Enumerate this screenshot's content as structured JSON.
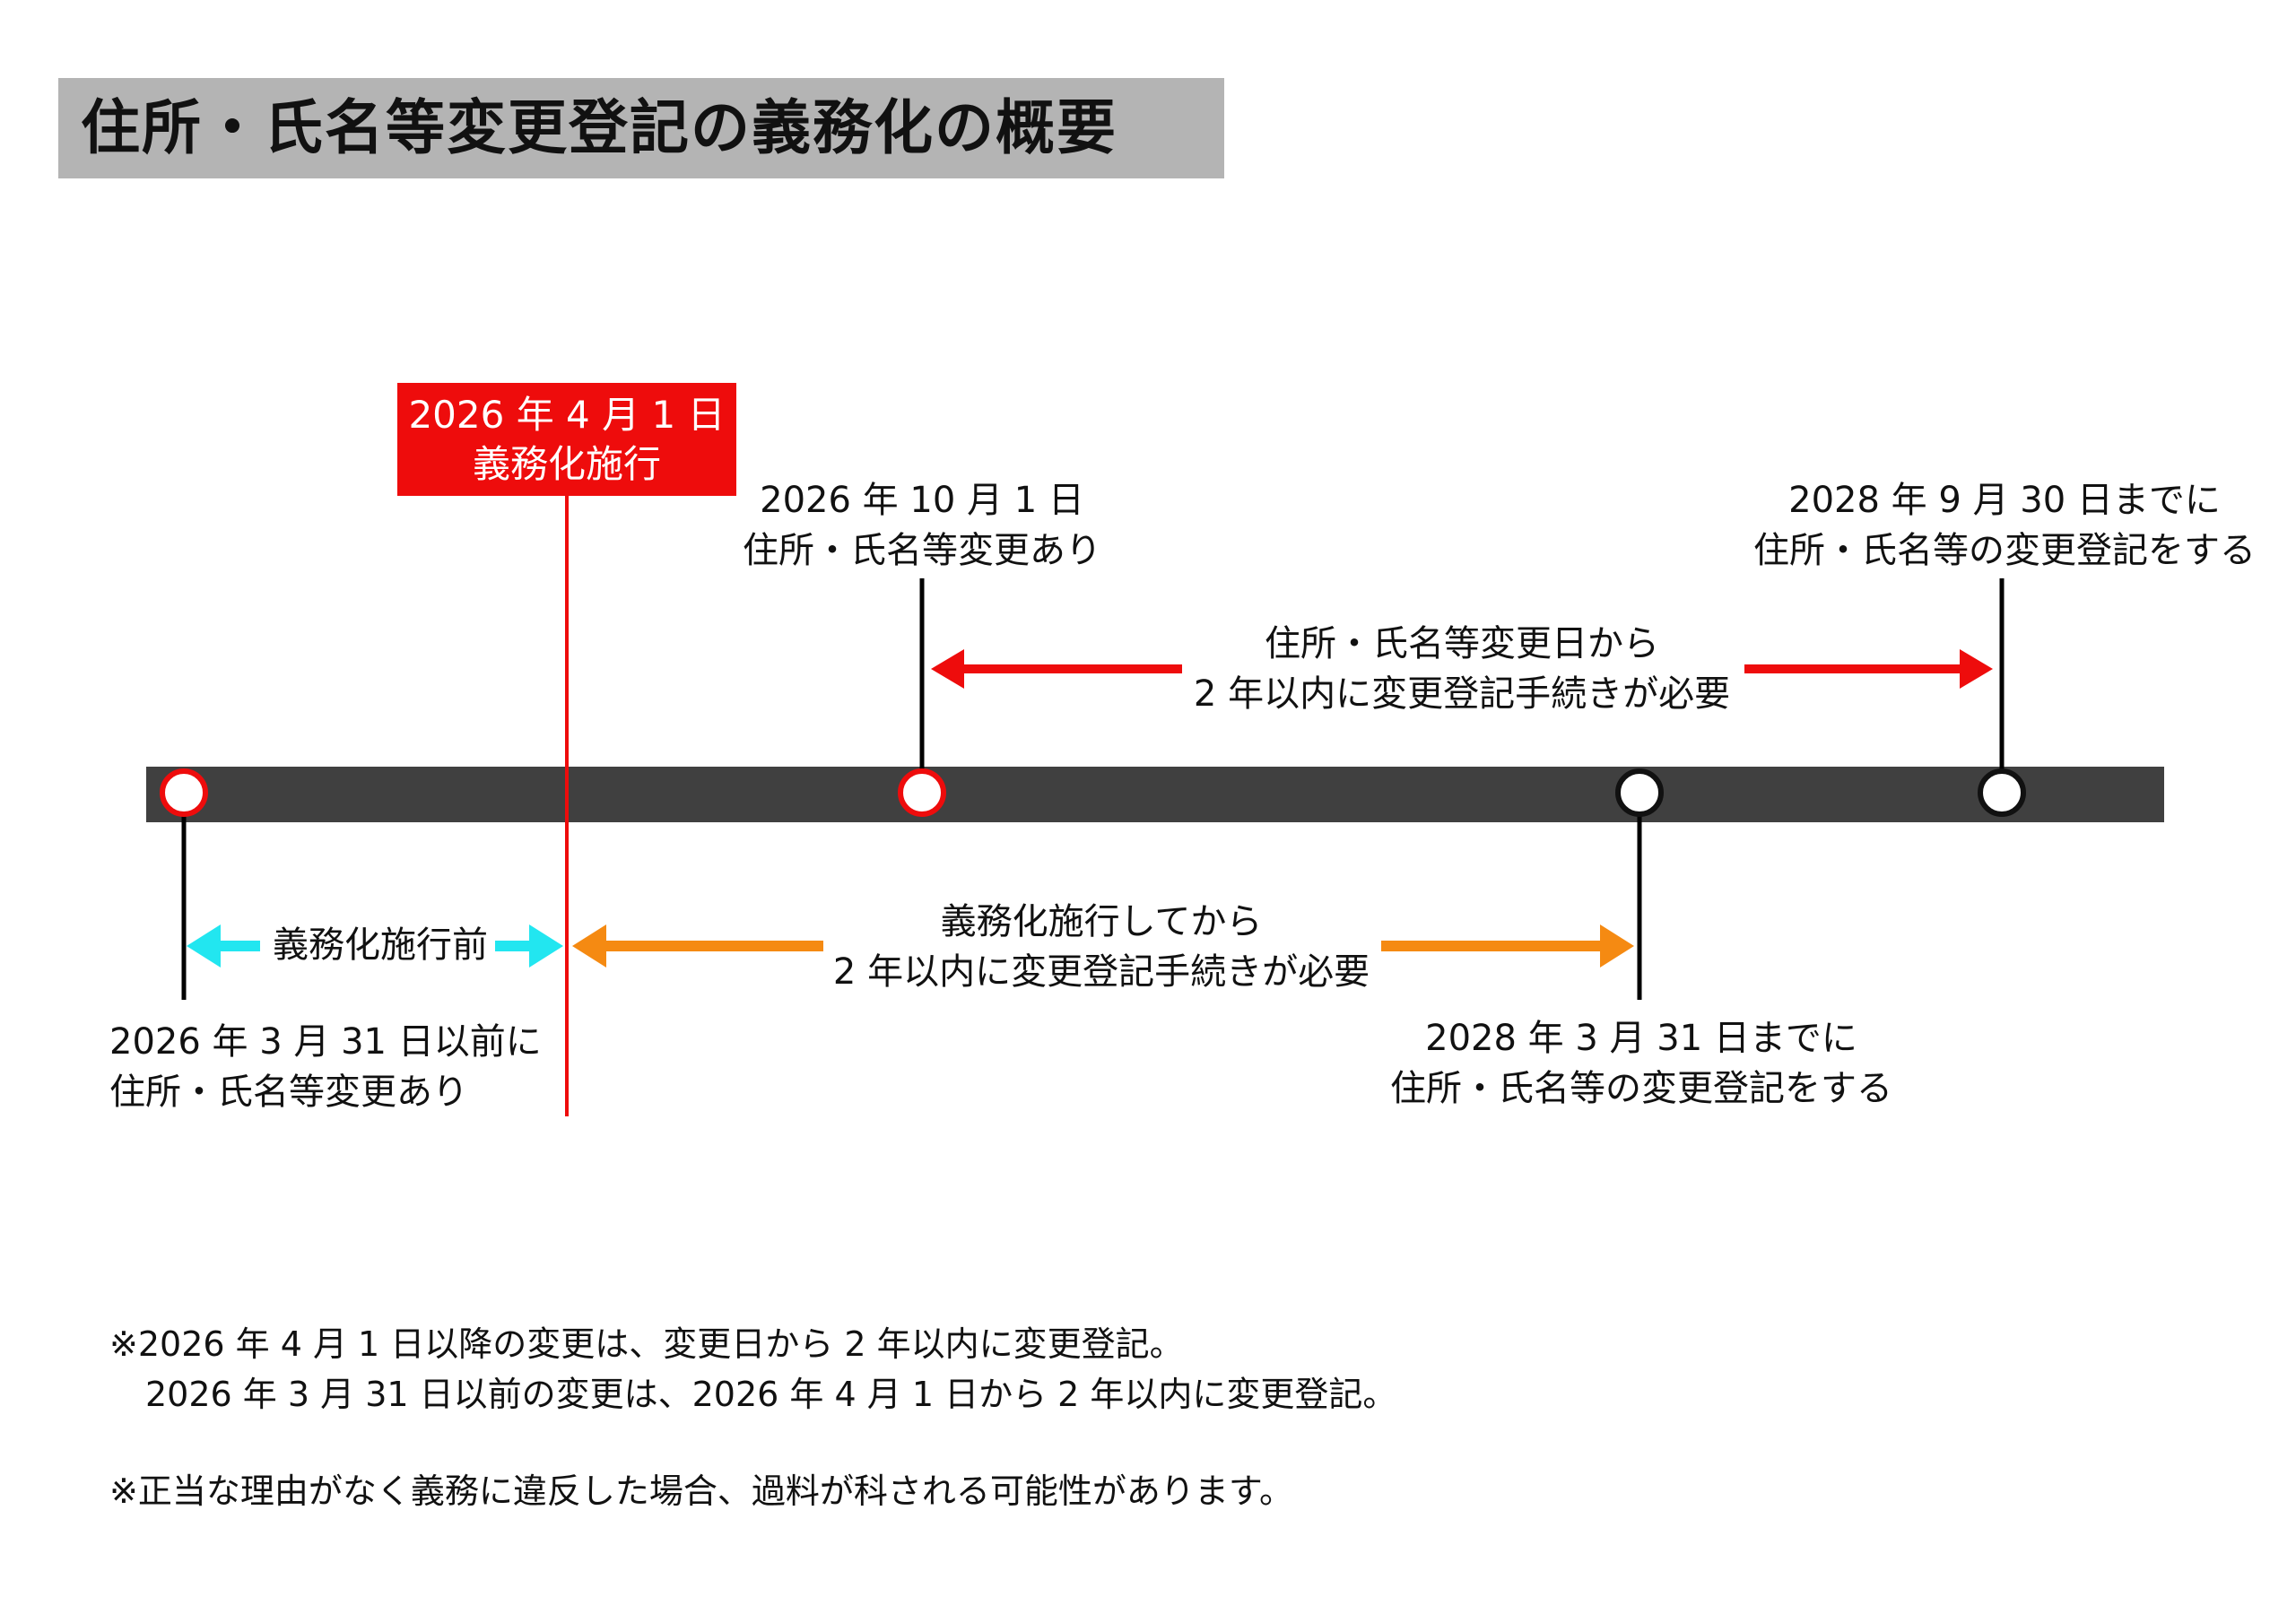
{
  "title": "住所・氏名等変更登記の義務化の概要",
  "effective": {
    "date": "2026 年 4 月 1 日",
    "label": "義務化施行"
  },
  "events": {
    "change_before": {
      "line1": "2026 年 3 月 31 日以前に",
      "line2": "住所・氏名等変更あり"
    },
    "change_after": {
      "line1": "2026 年 10 月 1 日",
      "line2": "住所・氏名等変更あり"
    },
    "deadline_before": {
      "line1": "2028 年 3 月 31 日までに",
      "line2": "住所・氏名等の変更登記をする"
    },
    "deadline_after": {
      "line1": "2028 年 9 月 30 日までに",
      "line2": "住所・氏名等の変更登記をする"
    }
  },
  "spans": {
    "pre_enforcement": "義務化施行前",
    "after_change": {
      "line1": "住所・氏名等変更日から",
      "line2": "2 年以内に変更登記手続きが必要"
    },
    "after_enforcement": {
      "line1": "義務化施行してから",
      "line2": "2 年以内に変更登記手続きが必要"
    }
  },
  "notes": {
    "note1_line1": "※2026 年 4 月 1 日以降の変更は、変更日から 2 年以内に変更登記。",
    "note1_line2": "2026 年 3 月 31 日以前の変更は、2026 年 4 月 1 日から 2 年以内に変更登記。",
    "note2": "※正当な理由がなく義務に違反した場合、過料が科される可能性があります。"
  },
  "colors": {
    "timeline_bar": "#404040",
    "enforcement_red": "#ee0c0c",
    "cyan_arrow": "#22e6f0",
    "orange_arrow": "#f58a12",
    "red_arrow": "#ee0c0c"
  }
}
